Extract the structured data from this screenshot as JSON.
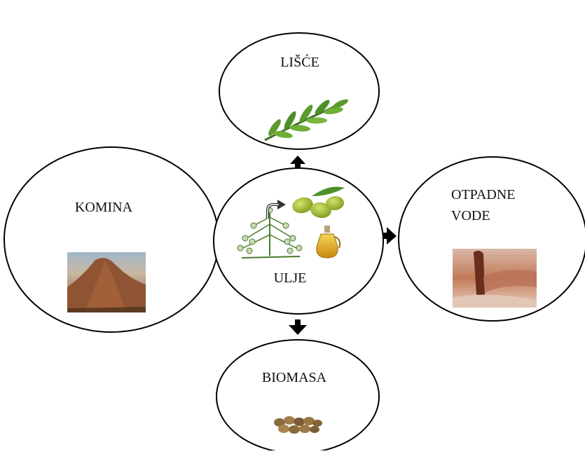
{
  "diagram": {
    "center": {
      "label": "ULJE"
    },
    "nodes": [
      {
        "id": "lisce",
        "label": "LIŠĆE"
      },
      {
        "id": "komina",
        "label": "KOMINA"
      },
      {
        "id": "otpadne",
        "label_line1": "OTPADNE",
        "label_line2": "VODE"
      },
      {
        "id": "biomasa",
        "label": "BIOMASA"
      }
    ],
    "colors": {
      "outline": "#000000",
      "leaf": "#4f8f2a",
      "olive": "#8cae2a",
      "oil": "#d8a21d",
      "soil": "#9a5533",
      "water": "#b06a4a",
      "nut": "#8a6a3c"
    }
  }
}
